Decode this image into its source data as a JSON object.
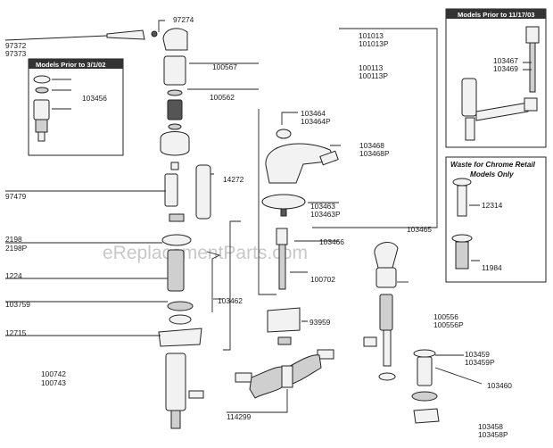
{
  "diagram": {
    "watermark": "eReplacementParts.com",
    "boxes": {
      "prior_3_1_02": {
        "title": "Models Prior to 3/1/02",
        "part": "103456"
      },
      "prior_11_17_03": {
        "title": "Models Prior to 11/17/03",
        "part_a": "103467",
        "part_b": "103469"
      },
      "waste_chrome": {
        "title_line1": "Waste for Chrome Retail",
        "title_line2": "Models Only",
        "part_a": "12314",
        "part_b": "11984"
      }
    },
    "labels": {
      "p97274": "97274",
      "p97372": "97372",
      "p97373": "97373",
      "p100567": "100567",
      "p100562": "100562",
      "p14272": "14272",
      "p97479": "97479",
      "p2198": "2198",
      "p2198P": "2198P",
      "p1224": "1224",
      "p103462": "103462",
      "p103759": "103759",
      "p12715": "12715",
      "p100742": "100742",
      "p100743": "100743",
      "p114299": "114299",
      "p101013": "101013",
      "p101013P": "101013P",
      "p100113": "100113",
      "p100113P": "100113P",
      "p103464": "103464",
      "p103464P": "103464P",
      "p103468": "103468",
      "p103468P": "103468P",
      "p103463": "103463",
      "p103463P": "103463P",
      "p103465": "103465",
      "p103466": "103466",
      "p100702": "100702",
      "p93959": "93959",
      "p100556": "100556",
      "p100556P": "100556P",
      "p103459": "103459",
      "p103459P": "103459P",
      "p103460": "103460",
      "p103458": "103458",
      "p103458P": "103458P"
    }
  }
}
